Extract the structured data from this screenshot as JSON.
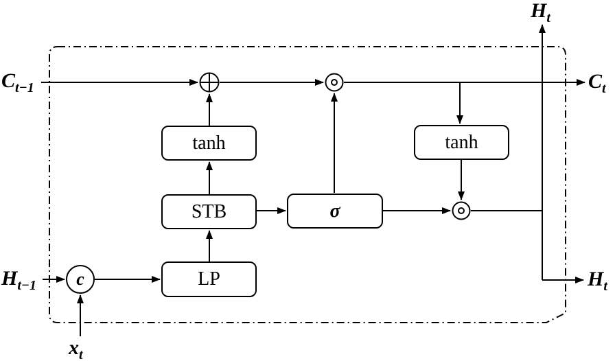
{
  "meta": {
    "diagram_type": "recurrent-cell-block-diagram",
    "colors": {
      "stroke": "#000000",
      "background": "#ffffff"
    }
  },
  "io_labels": {
    "c_prev": {
      "base": "C",
      "sub": "t−1"
    },
    "c_out": {
      "base": "C",
      "sub": "t"
    },
    "h_out_top": {
      "base": "H",
      "sub": "t"
    },
    "h_out_right": {
      "base": "H",
      "sub": "t"
    },
    "h_prev": {
      "base": "H",
      "sub": "t−1"
    },
    "x_in": {
      "base": "x",
      "sub": "t"
    }
  },
  "blocks": {
    "tanh_upper": {
      "label": "tanh"
    },
    "stb": {
      "label": "STB"
    },
    "lp": {
      "label": "LP"
    },
    "sigma": {
      "label": "σ"
    },
    "tanh_right": {
      "label": "tanh"
    },
    "concat": {
      "label": "c"
    }
  },
  "operators": {
    "pointwise_add": {
      "symbol": "⊕",
      "meaning": "elementwise-add"
    },
    "pointwise_mul_cell": {
      "symbol": "⊙",
      "meaning": "elementwise-multiply"
    },
    "pointwise_mul_hidden": {
      "symbol": "⊙",
      "meaning": "elementwise-multiply"
    }
  }
}
